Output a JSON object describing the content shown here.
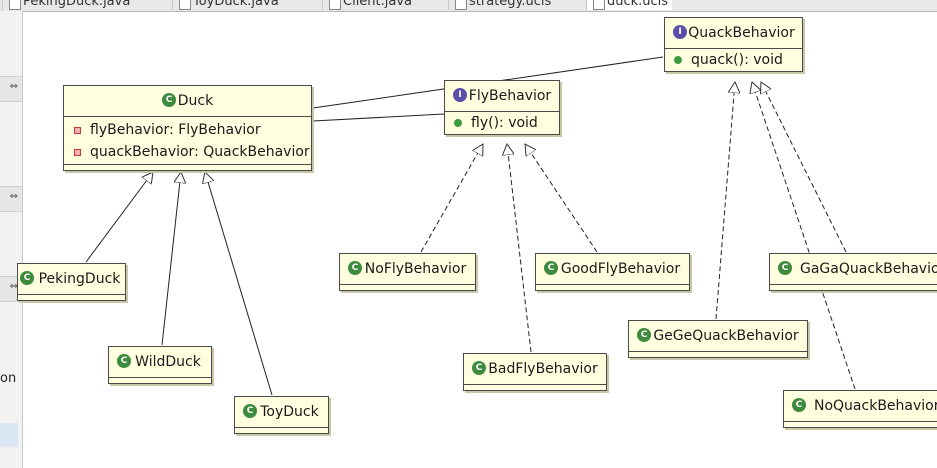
{
  "tabs": [
    {
      "label": "PekingDuck.java"
    },
    {
      "label": "ToyDuck.java"
    },
    {
      "label": "Client.java"
    },
    {
      "label": "strategy.ucls"
    },
    {
      "label": "duck.ucls"
    }
  ],
  "left_panel": {
    "text": "on"
  },
  "classes": {
    "duck": {
      "name": "Duck",
      "kind": "class",
      "fields": [
        "flyBehavior: FlyBehavior",
        "quackBehavior: QuackBehavior"
      ]
    },
    "fly_behavior": {
      "name": "FlyBehavior",
      "kind": "interface",
      "methods": [
        "fly(): void"
      ]
    },
    "quack_behavior": {
      "name": "QuackBehavior",
      "kind": "interface",
      "methods": [
        "quack(): void"
      ]
    },
    "peking_duck": {
      "name": "PekingDuck",
      "kind": "class"
    },
    "wild_duck": {
      "name": "WildDuck",
      "kind": "class"
    },
    "toy_duck": {
      "name": "ToyDuck",
      "kind": "class"
    },
    "no_fly": {
      "name": "NoFlyBehavior",
      "kind": "class"
    },
    "good_fly": {
      "name": "GoodFlyBehavior",
      "kind": "class"
    },
    "bad_fly": {
      "name": "BadFlyBehavior",
      "kind": "class"
    },
    "gaga_quack": {
      "name": "GaGaQuackBehavior",
      "kind": "class"
    },
    "gege_quack": {
      "name": "GeGeQuackBehavior",
      "kind": "class"
    },
    "no_quack": {
      "name": "NoQuackBehavior",
      "kind": "class"
    }
  },
  "icons": {
    "class": "class-icon",
    "interface": "interface-icon"
  },
  "colors": {
    "box_fill": "#ffffdf",
    "border": "#4a4a4a",
    "class_icon": "#3e8a3e",
    "interface_icon": "#5a4fa6"
  }
}
